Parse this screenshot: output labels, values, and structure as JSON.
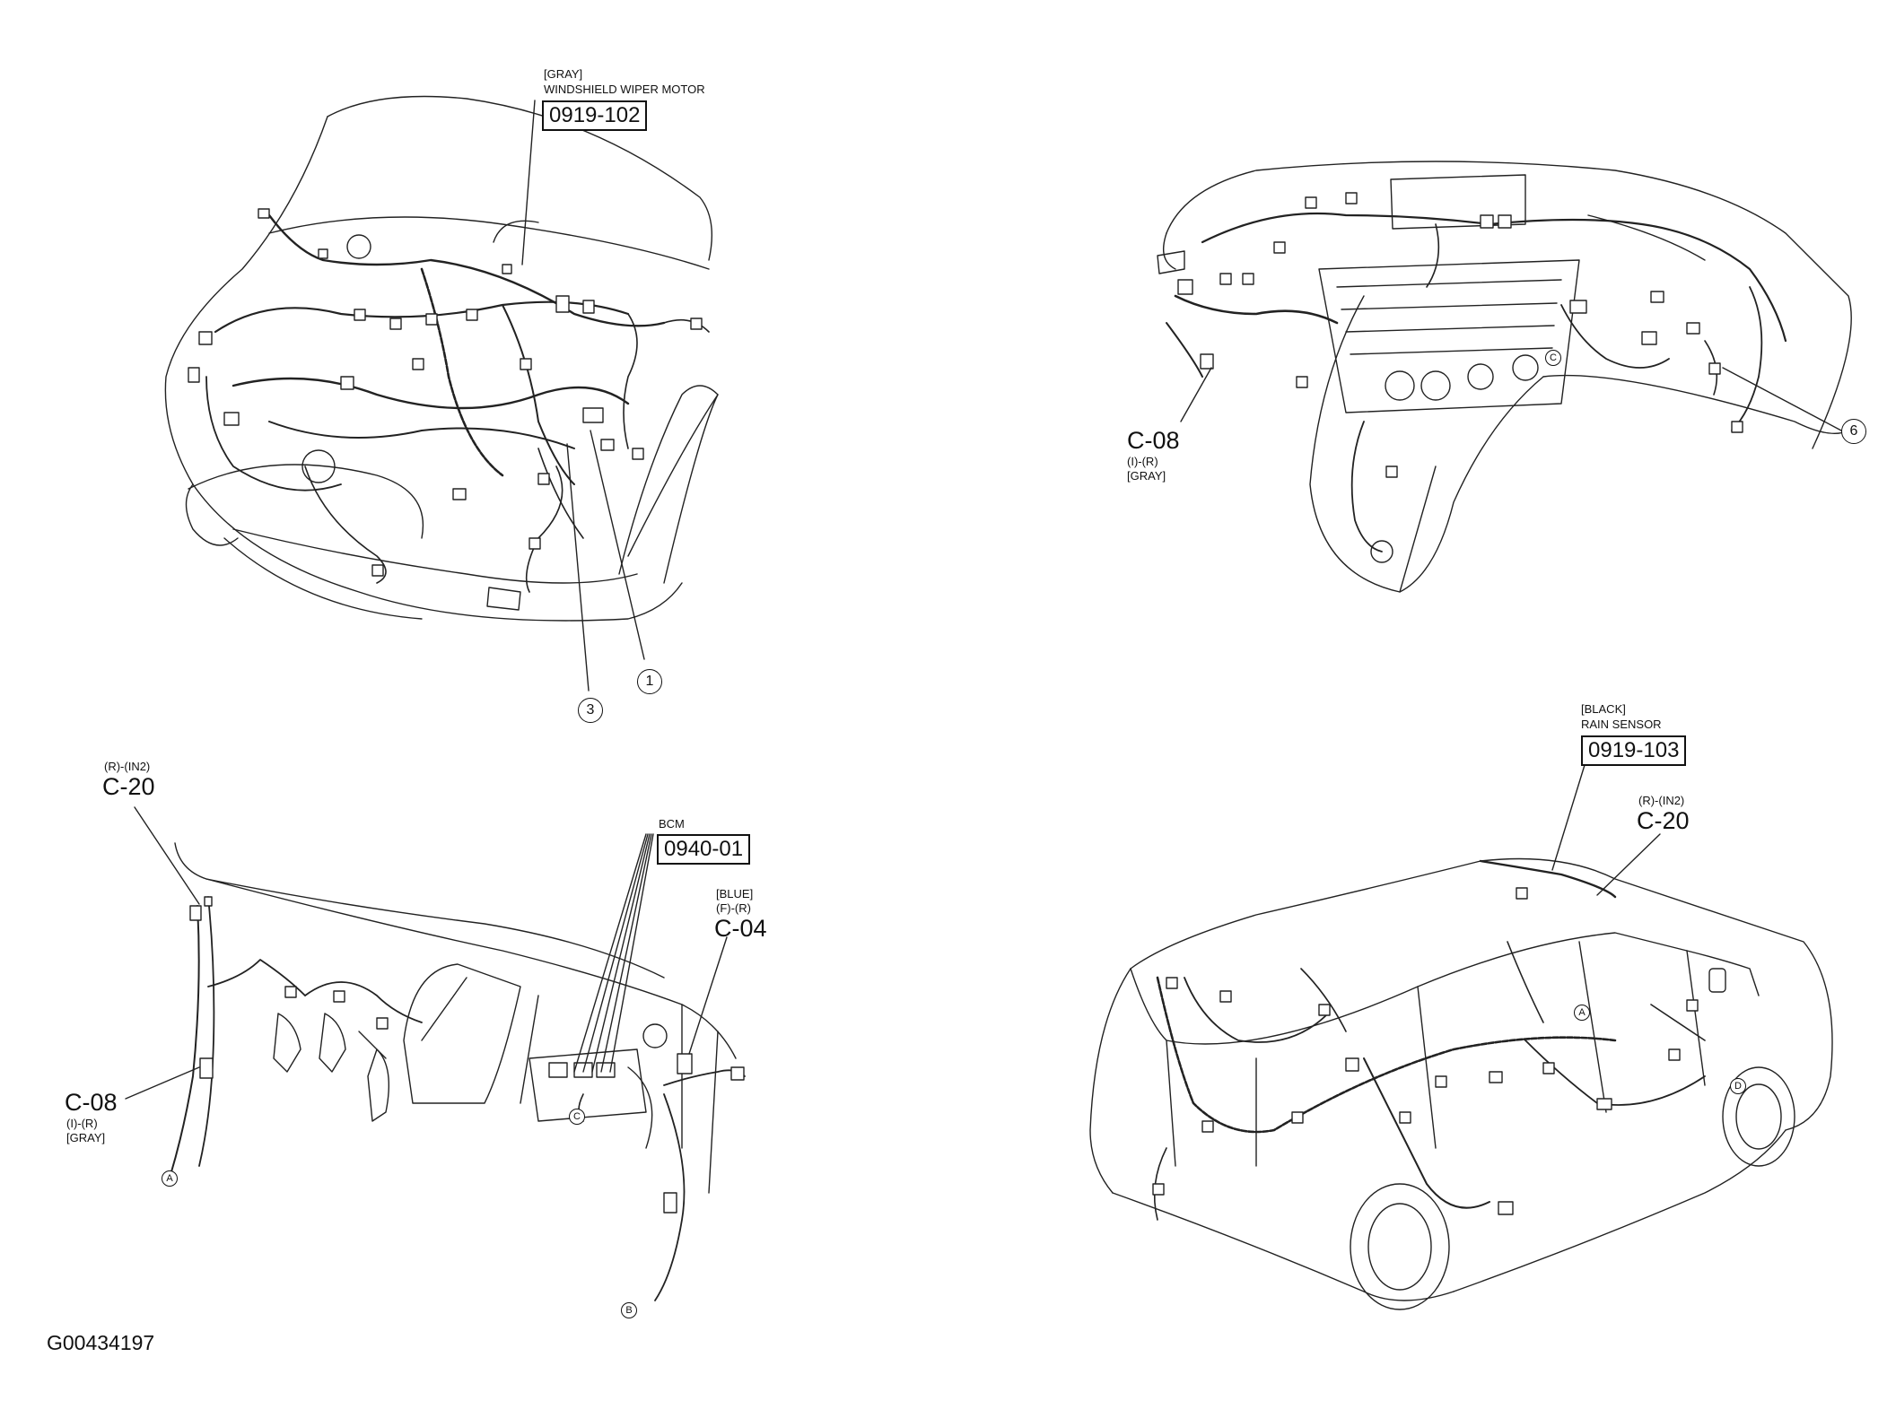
{
  "figure_id": "G00434197",
  "panels": {
    "engine": {
      "connector": {
        "color": "[GRAY]",
        "name": "WINDSHIELD WIPER MOTOR",
        "code": "0919-102"
      },
      "callouts": [
        "1",
        "3"
      ]
    },
    "dashboard": {
      "connector": {
        "code": "C-08",
        "position": "(I)-(R)",
        "color": "[GRAY]"
      },
      "callouts": [
        "6"
      ],
      "wire_letters": [
        "C"
      ]
    },
    "instrument_panel": {
      "bcm": {
        "name": "BCM",
        "code": "0940-01"
      },
      "c20": {
        "position": "(R)-(IN2)",
        "code": "C-20"
      },
      "c04": {
        "color": "[BLUE]",
        "position": "(F)-(R)",
        "code": "C-04"
      },
      "c08": {
        "code": "C-08",
        "position": "(I)-(R)",
        "color": "[GRAY]"
      },
      "wire_letters": [
        "A",
        "B",
        "C"
      ]
    },
    "body": {
      "connector": {
        "color": "[BLACK]",
        "name": "RAIN SENSOR",
        "code": "0919-103"
      },
      "c20": {
        "position": "(R)-(IN2)",
        "code": "C-20"
      },
      "wire_letters": [
        "A",
        "D"
      ]
    }
  },
  "colors": {
    "ink": "#111111",
    "background": "#ffffff"
  }
}
